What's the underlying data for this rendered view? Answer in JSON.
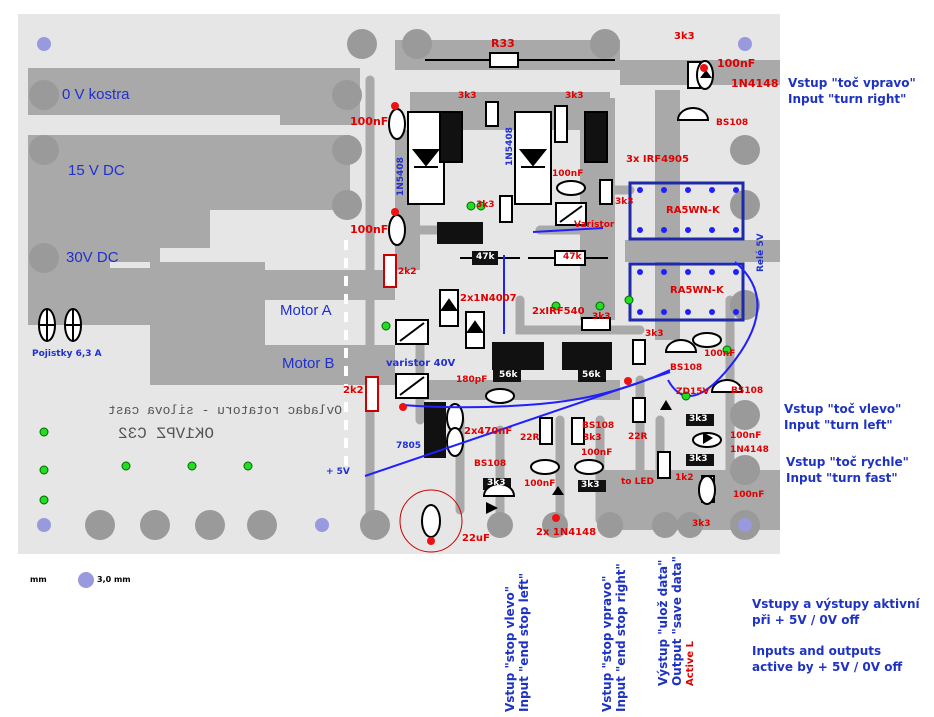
{
  "board": {
    "ground_label": "0 V  kostra",
    "v15_label": "15 V DC",
    "v30_label": "30V DC",
    "motor_a": "Motor A",
    "motor_b": "Motor B",
    "fuses": "Pojistky 6,3 A",
    "title_mirror_1": "Ovladac rotatoru - silova cast",
    "title_mirror_2": "OK1VPZ   C32",
    "hole_legend": "3,0 mm",
    "hole_prefix": "mm"
  },
  "components": {
    "r33": "R33",
    "c100n_a": "100nF",
    "c100n_b": "100nF",
    "c100n_c": "100nF",
    "c100n_d": "100nF",
    "c100n_e": "100nF",
    "c100n_f": "100nF",
    "c100n_g": "100nF",
    "c100n_h": "100nF",
    "r3k3_a": "3k3",
    "r3k3_b": "3k3",
    "r3k3_c": "3k3",
    "r3k3_d": "3k3",
    "r3k3_e": "3k3",
    "r3k3_f": "3k3",
    "r3k3_g": "3k3",
    "r3k3_h": "3k3",
    "r3k3_i": "3k3",
    "r3k3_j": "3k3",
    "r3k3_k": "3k3",
    "d1n5408_a": "1N5408",
    "d1n5408_b": "1N5408",
    "irf4905": "3x IRF4905",
    "relay_1": "RA5WN-K",
    "relay_2": "RA5WN-K",
    "relay_coil": "Relé 5V",
    "varistor": "Varistor",
    "varistor40": "varistor 40V",
    "r47k_a": "47k",
    "r47k_b": "47k",
    "r2k2_a": "2k2",
    "r2k2_b": "2k2",
    "d1n4007": "2x1N4007",
    "irf540": "2xIRF540",
    "r56k_a": "56k",
    "r56k_b": "56k",
    "c180p": "180pF",
    "bs108_a": "BS108",
    "bs108_b": "BS108",
    "bs108_c": "BS108",
    "bs108_d": "BS108",
    "bs108_e": "BS108",
    "zd15v": "ZD15V",
    "r22_a": "22R",
    "r22_b": "22R",
    "c470n": "2x470nF",
    "reg7805": "7805",
    "plus5v": "+ 5V",
    "c22u": "22uF",
    "d1n4148_a": "1N4148",
    "d1n4148_b": "1N4148",
    "d1n4148_c": "2x 1N4148",
    "to_led": "to LED",
    "r1k2": "1k2"
  },
  "side_labels": {
    "right_cz": "Vstup  \"toč vpravo\"",
    "right_en": "Input   \"turn right\"",
    "left_cz": "Vstup  \"toč vlevo\"",
    "left_en": "Input   \"turn left\"",
    "fast_cz": "Vstup   \"toč rychle\"",
    "fast_en": "Input    \"turn fast\"",
    "active_cz_1": "Vstupy a výstupy aktivní",
    "active_cz_2": "při + 5V / 0V off",
    "active_en_1": "Inputs and outputs",
    "active_en_2": "active by + 5V / 0V off"
  },
  "bottom_labels": {
    "stop_left_1": "Vstup  \"stop vlevo\"",
    "stop_left_2": "Input  \"end stop left\"",
    "stop_right_1": "Vstup  \"stop vpravo\"",
    "stop_right_2": "Input  \"end stop right\"",
    "save_1": "Výstup \"ulož data\"",
    "save_2": "Output \"save data\"",
    "save_3": "Active L"
  },
  "colors": {
    "board": "#e6e6e6",
    "copper": "#a9a9a9",
    "pad": "#9a9a9a",
    "mount_hole": "#9999dd",
    "comp_label": "#e00000",
    "blue_label": "#1f33c2",
    "relay_box": "#1f2aa8",
    "via_green": "#22dd22",
    "via_blue": "#2020ff",
    "via_red": "#ee1111"
  }
}
